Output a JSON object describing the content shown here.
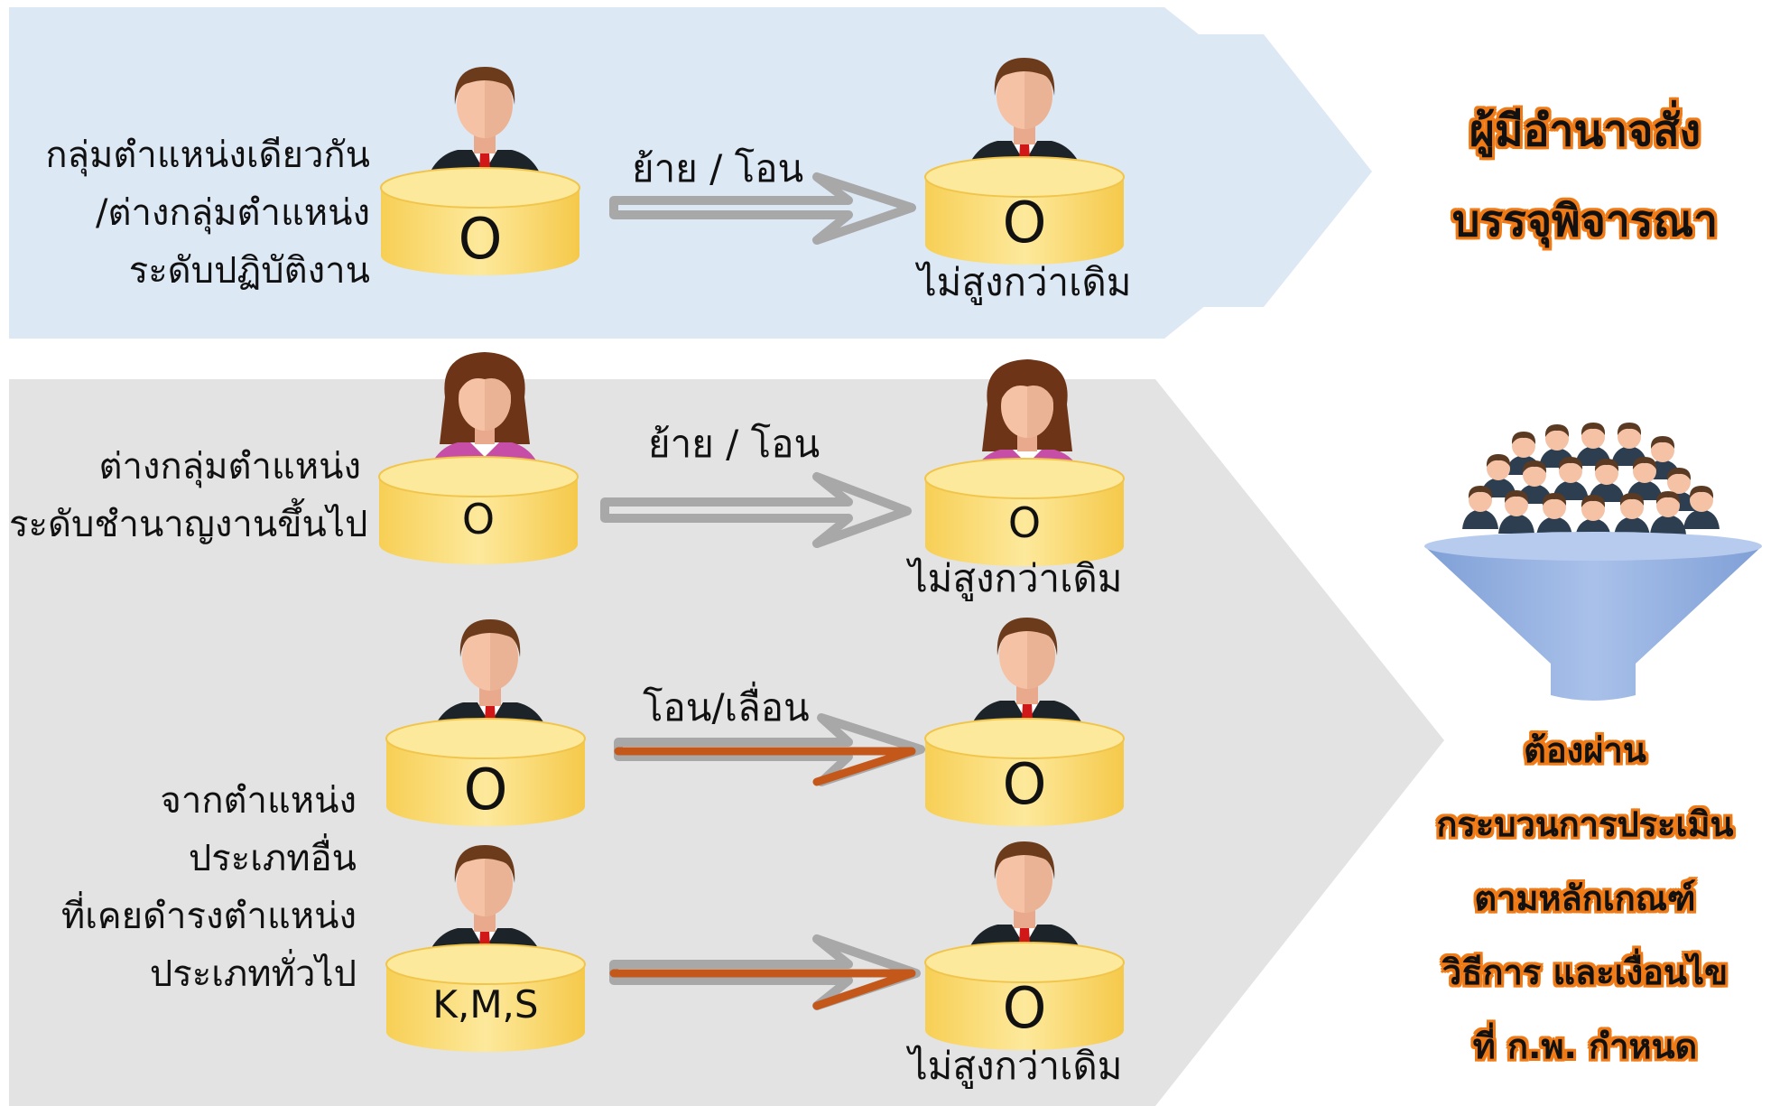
{
  "top_section": {
    "condition_lines": [
      "กลุ่มตำแหน่งเดียวกัน",
      "/ต่างกลุ่มตำแหน่ง",
      "ระดับปฏิบัติงาน"
    ],
    "from_level": "O",
    "action": "ย้าย / โอน",
    "to_level": "O",
    "note": "ไม่สูงกว่าเดิม"
  },
  "middle_section": {
    "condition_lines": [
      "ต่างกลุ่มตำแหน่ง",
      "ระดับชำนาญงานขึ้นไป"
    ],
    "from_level": "O",
    "action": "ย้าย / โอน",
    "to_level": "O",
    "note": "ไม่สูงกว่าเดิม"
  },
  "bottom_section": {
    "condition_lines": [
      "จากตำแหน่ง",
      "ประเภทอื่น",
      "ที่เคยดำรงตำแหน่ง",
      "ประเภททั่วไป"
    ],
    "row1": {
      "from_level": "O",
      "action": "โอน/เลื่อน",
      "to_level": "O"
    },
    "row2": {
      "from_level": "K,M,S",
      "to_level": "O",
      "note": "ไม่สูงกว่าเดิม"
    }
  },
  "authority_title_lines": [
    "ผู้มีอำนาจสั่ง",
    "บรรจุพิจารณา"
  ],
  "process_text_lines": [
    "ต้องผ่าน",
    "กระบวนการประเมิน",
    "ตามหลักเกณฑ์",
    "วิธีการ และเงื่อนไข",
    "ที่ ก.พ. กำหนด"
  ],
  "colors": {
    "top_band": "#dde8f5",
    "bottom_band": "#e3e3e3",
    "cylinder": "#fce38a",
    "arrow_gray": "#a8a8a8",
    "arrow_orange": "#c4581a",
    "title_outline": "#f07b16",
    "funnel": "#8ea9db"
  },
  "icons": [
    "man-avatar-icon",
    "woman-avatar-icon",
    "crowd-icon",
    "funnel-icon"
  ]
}
